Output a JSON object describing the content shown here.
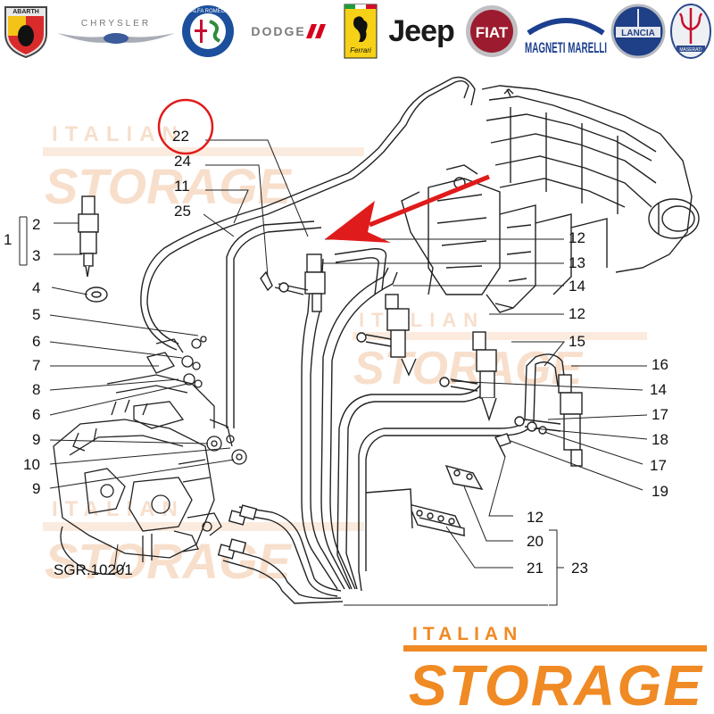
{
  "brands": [
    {
      "name": "abarth-logo",
      "text": "ABARTH"
    },
    {
      "name": "chrysler-logo",
      "text": "CHRYSLER"
    },
    {
      "name": "alfa-romeo-logo",
      "text": "ALFA ROMEO"
    },
    {
      "name": "dodge-logo",
      "text": "DODGE"
    },
    {
      "name": "ferrari-logo",
      "text": "Ferrari"
    },
    {
      "name": "jeep-logo",
      "text": "Jeep"
    },
    {
      "name": "fiat-logo",
      "text": "FIAT"
    },
    {
      "name": "magneti-marelli-logo",
      "text": "MAGNETI MARELLI"
    },
    {
      "name": "lancia-logo",
      "text": "LANCIA"
    },
    {
      "name": "maserati-logo",
      "text": "MASERATI"
    }
  ],
  "diagram": {
    "labels": {
      "l22": "22",
      "l24": "24",
      "l11": "11",
      "l25": "25",
      "l1": "1",
      "l2": "2",
      "l3": "3",
      "l4": "4",
      "l5": "5",
      "l6a": "6",
      "l7": "7",
      "l8": "8",
      "l6b": "6",
      "l9a": "9",
      "l10": "10",
      "l9b": "9",
      "l12a": "12",
      "l13": "13",
      "l14a": "14",
      "l12b": "12",
      "l15": "15",
      "l16": "16",
      "l14b": "14",
      "l17a": "17",
      "l18": "18",
      "l17b": "17",
      "l19": "19",
      "l12c": "12",
      "l20": "20",
      "l21": "21",
      "l23": "23"
    },
    "drawing_code": "SGR.10201",
    "highlight_color": "#e01b1b"
  },
  "watermark": {
    "line1": "ITALIAN",
    "line2": "STORAGE"
  },
  "footer_logo": {
    "line1": "ITALIAN",
    "line2": "STORAGE",
    "color": "#f08a24"
  }
}
